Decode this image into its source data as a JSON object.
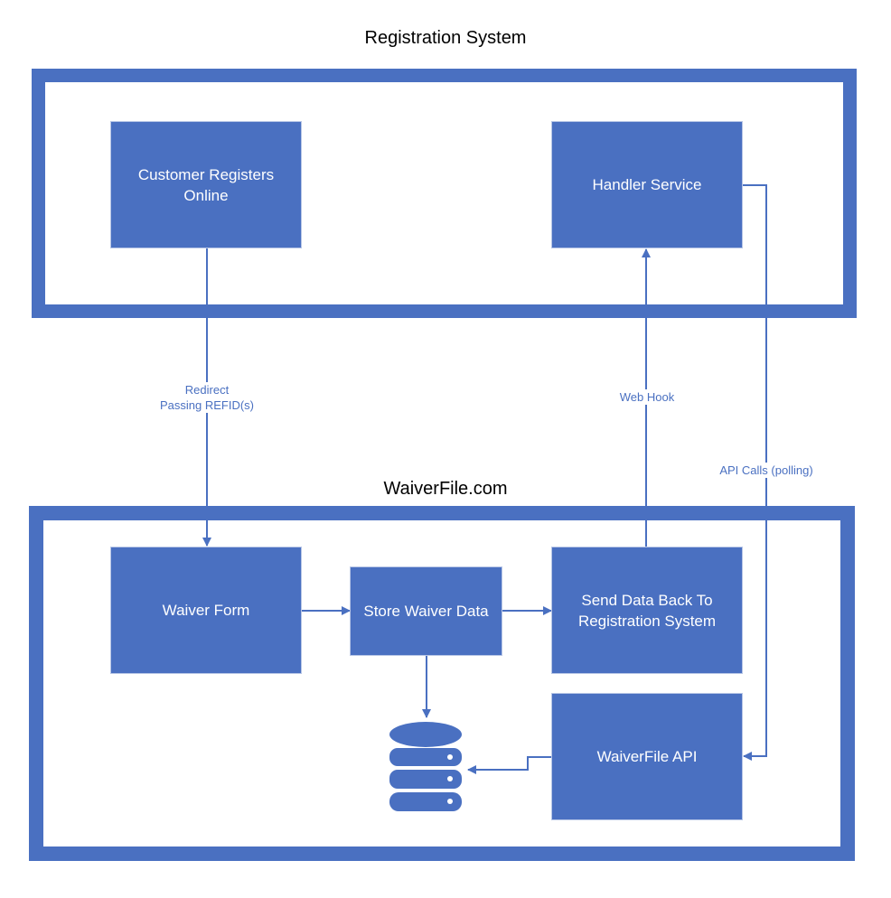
{
  "colors": {
    "container_border": "#4a70c1",
    "node_fill": "#4a70c1",
    "node_border": "#b8c6e6",
    "edge": "#4a70c1",
    "title_text": "#000000",
    "node_text": "#ffffff",
    "label_text": "#4a70c1"
  },
  "registration_system": {
    "title": "Registration System",
    "customer_node": {
      "line1": "Customer Registers",
      "line2": "Online"
    },
    "handler_node": {
      "label": "Handler Service"
    }
  },
  "waiverfile": {
    "title": "WaiverFile.com",
    "waiver_form": {
      "label": "Waiver Form"
    },
    "store_data": {
      "label": "Store Waiver Data"
    },
    "send_back": {
      "line1": "Send Data Back To",
      "line2": "Registration System"
    },
    "api": {
      "label": "WaiverFile API"
    },
    "database_icon": "database-icon"
  },
  "edges": {
    "redirect": {
      "line1": "Redirect",
      "line2": "Passing REFID(s)"
    },
    "webhook": {
      "label": "Web Hook"
    },
    "api_calls": {
      "label": "API Calls (polling)"
    }
  }
}
